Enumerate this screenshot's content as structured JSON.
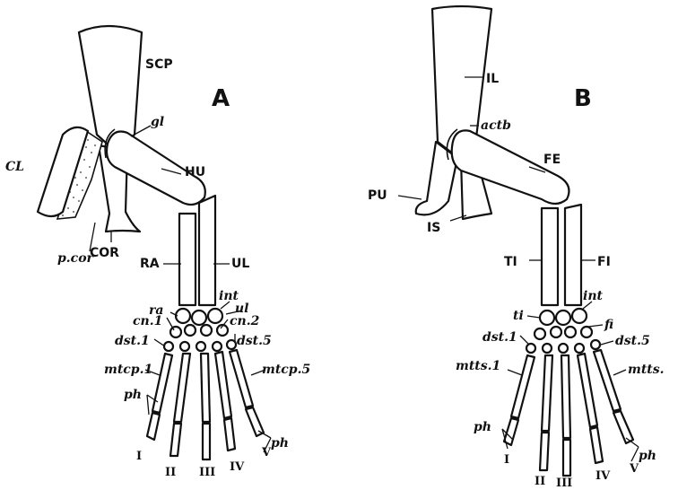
{
  "panel_a": {
    "letter": "A",
    "labels": {
      "scp": "SCP",
      "gl": "gl",
      "hu": "HU",
      "cl": "CL",
      "pcor": "p.cor",
      "cor": "COR",
      "ra_bone": "RA",
      "ul_bone": "UL",
      "ra": "ra",
      "int": "int",
      "ul": "ul",
      "cn1": "cn.1",
      "cn2": "cn.2",
      "dst1": "dst.1",
      "dst5": "dst.5",
      "mtcp1": "mtcp.1",
      "mtcp5": "mtcp.5",
      "ph_left": "ph",
      "ph_right": "ph"
    },
    "digits": [
      "I",
      "II",
      "III",
      "IV",
      "V"
    ]
  },
  "panel_b": {
    "letter": "B",
    "labels": {
      "il": "IL",
      "actb": "actb",
      "fe": "FE",
      "pu": "PU",
      "is": "IS",
      "ti_bone": "TI",
      "fi_bone": "FI",
      "ti": "ti",
      "int": "int",
      "fi": "fi",
      "dst1": "dst.1",
      "dst5": "dst.5",
      "mtts1": "mtts.1",
      "mtts5": "mtts.",
      "ph_left": "ph",
      "ph_right": "ph"
    },
    "digits": [
      "I",
      "II",
      "III",
      "IV",
      "V"
    ]
  }
}
